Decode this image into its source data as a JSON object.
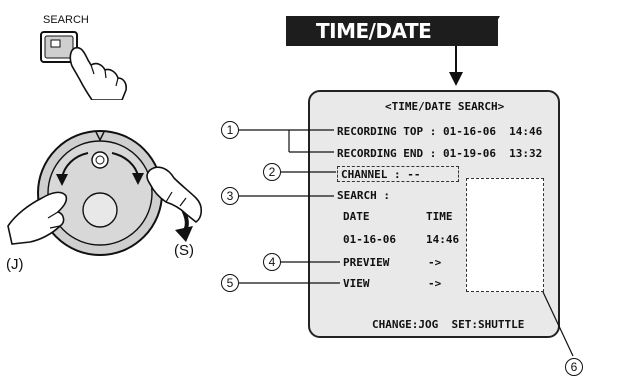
{
  "search_button": {
    "label": "SEARCH"
  },
  "title": "TIME/DATE SEARCH",
  "screen": {
    "heading": "<TIME/DATE SEARCH>",
    "recording_top_label": "RECORDING TOP : 01-16-06  14:46",
    "recording_end_label": "RECORDING END : 01-19-06  13:32",
    "channel_label": "CHANNEL : --",
    "search_label": "SEARCH :",
    "date_header": "DATE",
    "time_header": "TIME",
    "date_value": "01-16-06",
    "time_value": "14:46",
    "preview_label": "PREVIEW",
    "preview_arrow": "->",
    "view_label": "VIEW",
    "view_arrow": "->",
    "footer": "CHANGE:JOG  SET:SHUTTLE"
  },
  "callouts": [
    "1",
    "2",
    "3",
    "4",
    "5",
    "6"
  ],
  "dial_labels": {
    "jog": "(J)",
    "shuttle": "(S)"
  },
  "icons": [
    "search-button-icon",
    "hand-pointer-icon",
    "jog-shuttle-dial-icon",
    "hand-left-icon",
    "hand-right-icon"
  ]
}
